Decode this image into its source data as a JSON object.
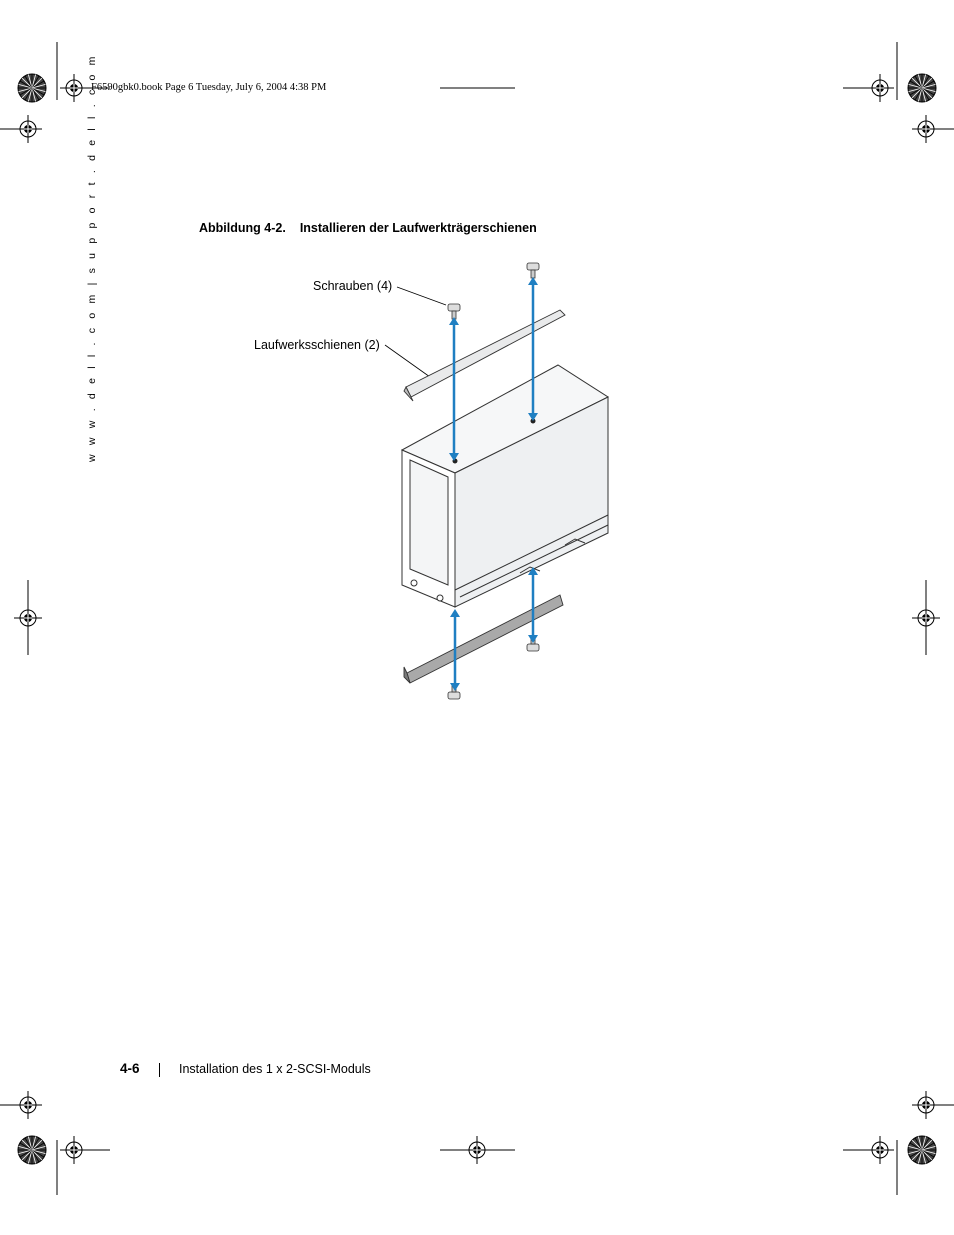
{
  "slug": "F6590gbk0.book  Page 6  Tuesday, July 6, 2004  4:38 PM",
  "side_url": "w w w . d e l l . c o m  |  s u p p o r t . d e l l . c o m",
  "figure": {
    "number": "Abbildung 4-2.",
    "title": "Installieren der Laufwerkträgerschienen",
    "callouts": {
      "screws": "Schrauben (4)",
      "rails": "Laufwerksschienen (2)"
    }
  },
  "footer": {
    "page_number": "4-6",
    "chapter": "Installation des 1 x 2-SCSI-Moduls"
  },
  "colors": {
    "arrow": "#1f7fc2",
    "rail": "#9a9a9a",
    "outline": "#333333"
  }
}
